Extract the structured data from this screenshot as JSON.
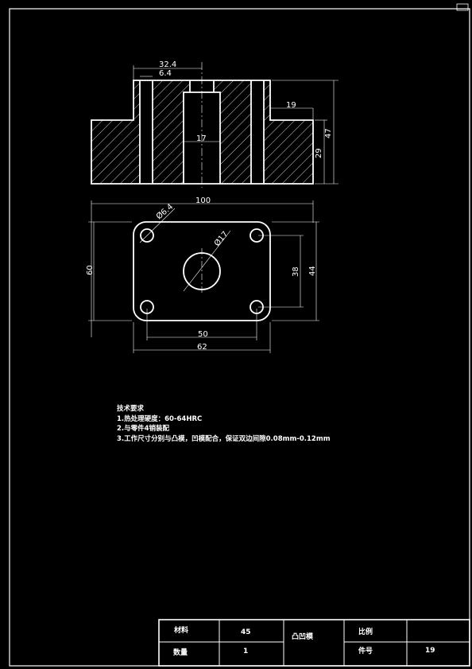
{
  "dimensions": {
    "d_32_4": "32.4",
    "d_6_4": "6.4",
    "d_19": "19",
    "d_17": "17",
    "d_29": "29",
    "d_47": "47",
    "d_100": "100",
    "d_phi6_4": "Ø6.4",
    "d_phi17": "Ø17",
    "d_60": "60",
    "d_38": "38",
    "d_44": "44",
    "d_50": "50",
    "d_62": "62"
  },
  "notes": {
    "title": "技术要求",
    "line1": "1.热处理硬度：60-64HRC",
    "line2": "2.与零件4销装配",
    "line3": "3.工作尺寸分别与凸模，凹模配合，保证双边间隙0.08mm-0.12mm"
  },
  "title_block": {
    "material_label": "材料",
    "material_value": "45",
    "part_name": "凸凹模",
    "scale_label": "比例",
    "scale_value": "",
    "quantity_label": "数量",
    "quantity_value": "1",
    "part_no_label": "件号",
    "part_no_value": "19"
  }
}
